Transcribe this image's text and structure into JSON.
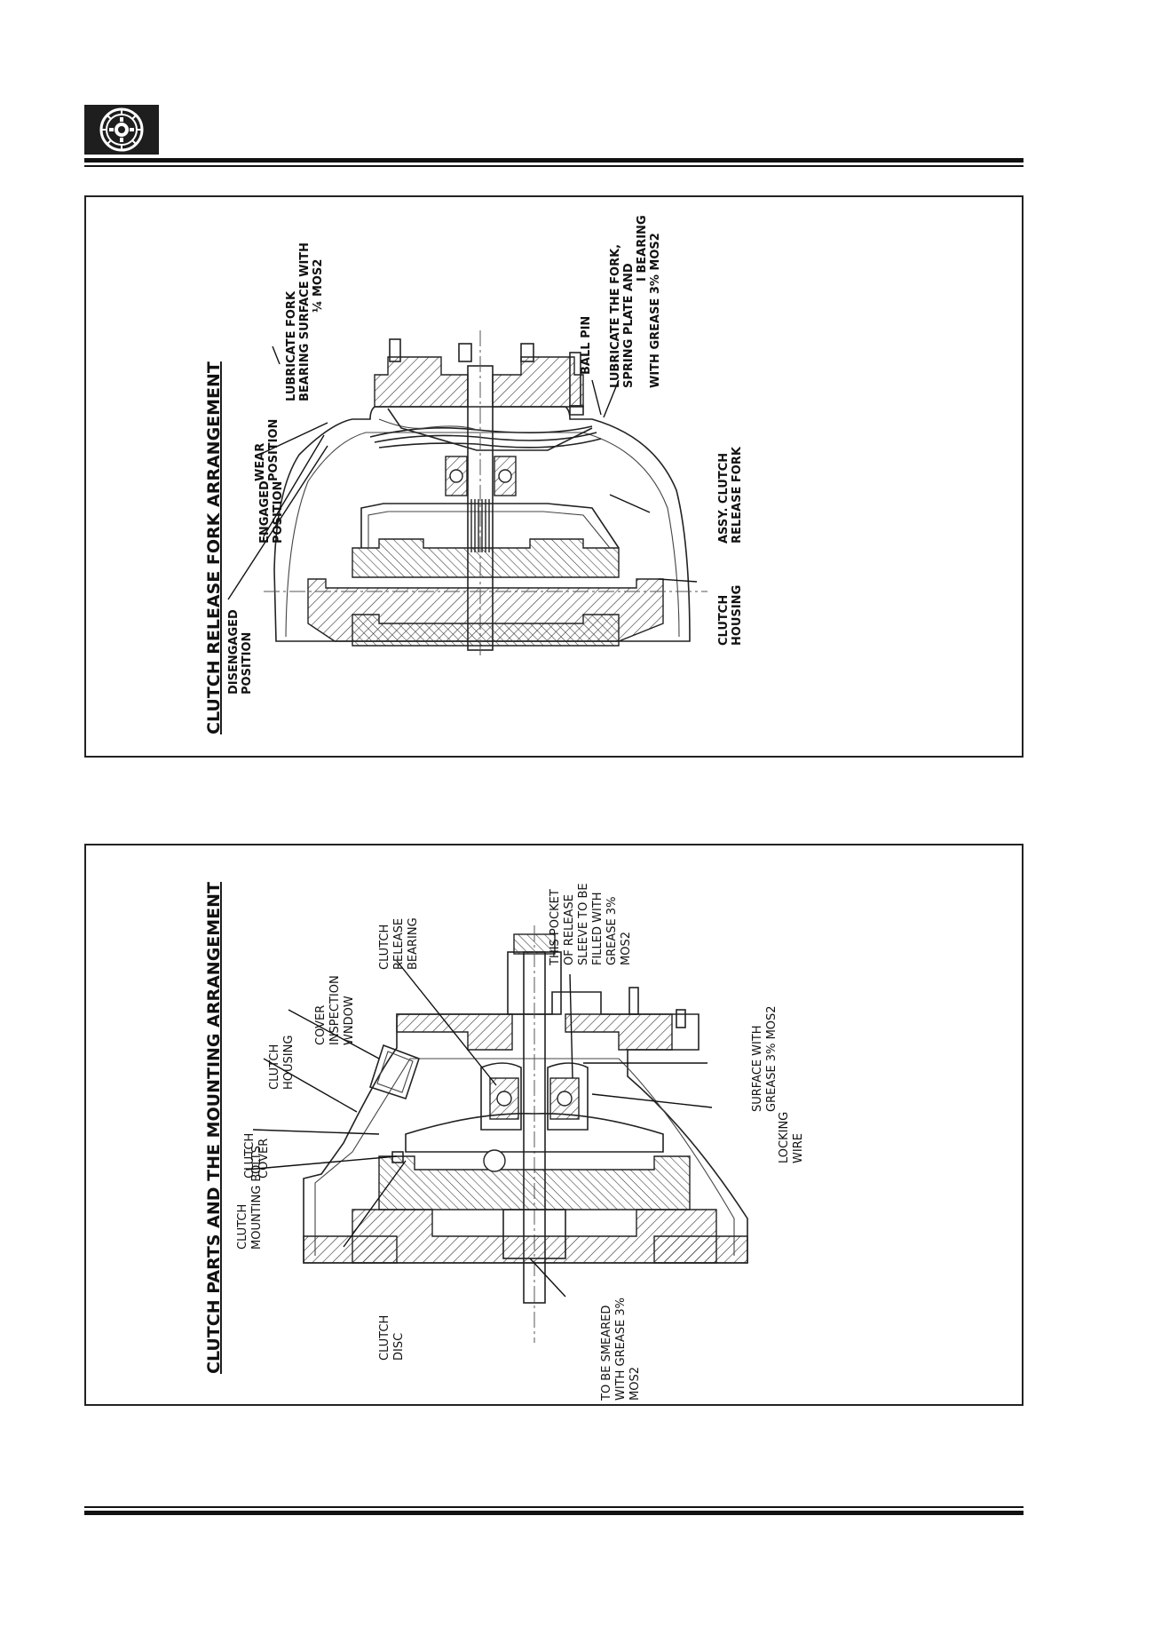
{
  "header": {
    "logo_icon": "clutch-disc-icon"
  },
  "figure_top": {
    "title": "CLUTCH RELEASE FORK ARRANGEMENT",
    "labels": {
      "disengaged": [
        "DISENGAGED",
        "POSITION"
      ],
      "engaged": [
        "ENGAGED",
        "POSITION"
      ],
      "wear": [
        "WEAR",
        "POSITION"
      ],
      "lubricate_fork": [
        "LUBRICATE FORK",
        "BEARING SURFACE WITH",
        "¼ MOS2"
      ],
      "ball_pin": [
        "BALL PIN"
      ],
      "lubricate_spring": [
        "LUBRICATE THE FORK,",
        "SPRING PLATE AND",
        "I BEARING",
        "WITH GREASE 3% MOS2"
      ],
      "release_fork": [
        "ASSY. CLUTCH",
        "RELEASE FORK"
      ],
      "housing": [
        "CLUTCH",
        "HOUSING"
      ]
    }
  },
  "figure_bottom": {
    "title": "CLUTCH PARTS AND THE MOUNTING ARRANGEMENT",
    "labels": {
      "mounting_bolts": [
        "CLUTCH",
        "MOUNTING BOLTS"
      ],
      "cover": [
        "CLUTCH",
        "COVER"
      ],
      "housing": [
        "CLUTCH",
        "HOUSING"
      ],
      "inspection": [
        "COVER",
        "INSPECTION",
        "WNDOW"
      ],
      "release_bearing": [
        "CLUTCH",
        "RELEASE",
        "BEARING"
      ],
      "pocket": [
        "THIS POCKET",
        "OF RELEASE",
        "SLEEVE TO BE",
        "FILLED WITH",
        "GREASE 3%",
        "MOS2"
      ],
      "surface": [
        "SURFACE WITH",
        "GREASE 3% MOS2"
      ],
      "locking_wire": [
        "LOCKING",
        "WIRE"
      ],
      "smeared": [
        "TO BE SMEARED",
        "WITH GREASE 3%",
        "MOS2"
      ],
      "disc": [
        "CLUTCH",
        "DISC"
      ]
    }
  }
}
